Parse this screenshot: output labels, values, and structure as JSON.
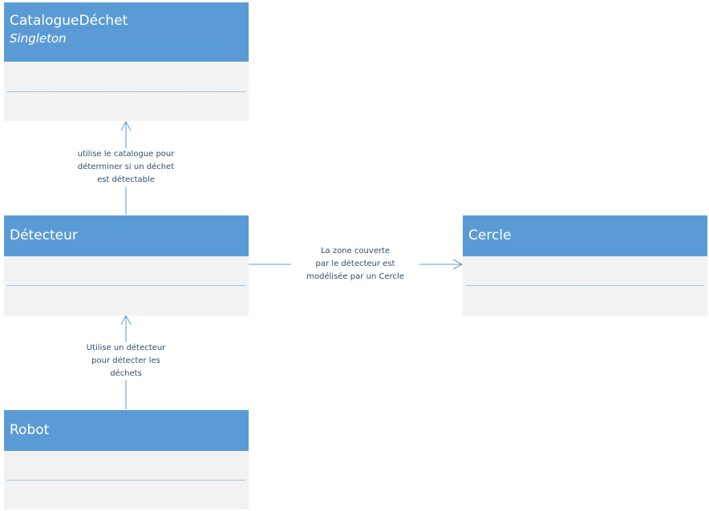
{
  "classes": {
    "catalogue": {
      "name": "CatalogueDéchet",
      "stereotype": "Singleton"
    },
    "detecteur": {
      "name": "Détecteur"
    },
    "cercle": {
      "name": "Cercle"
    },
    "robot": {
      "name": "Robot"
    }
  },
  "relations": {
    "detecteur_catalogue": {
      "lines": [
        "utilise le catalogue pour",
        "déterminer si un déchet",
        "est détectable"
      ]
    },
    "detecteur_cercle": {
      "lines": [
        "La zone couverte",
        "par le détecteur est",
        "modélisée par un Cercle"
      ]
    },
    "robot_detecteur": {
      "lines": [
        "Utilise un détecteur",
        "pour détecter les",
        "déchets"
      ]
    }
  },
  "colors": {
    "header": "#5b9bd5",
    "body": "#f2f2f2",
    "connector": "#5b9bd5",
    "label_text": "#2f4f6f"
  }
}
